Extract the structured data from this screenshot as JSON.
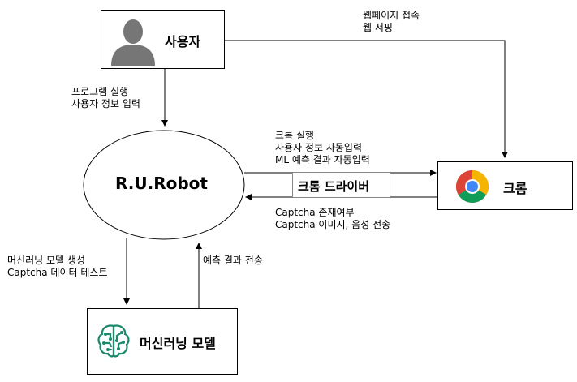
{
  "nodes": {
    "user": {
      "label": "사용자",
      "icon": "user-silhouette-icon"
    },
    "robot": {
      "label": "R.U.Robot"
    },
    "chrome": {
      "label": "크롬",
      "icon": "chrome-logo-icon"
    },
    "driver": {
      "label": "크롬 드라이버"
    },
    "ml": {
      "label": "머신러닝 모델",
      "icon": "ml-brain-icon"
    }
  },
  "edges": {
    "user_to_chrome": [
      "웹페이지 접속",
      "웹 서핑"
    ],
    "user_to_robot": [
      "프로그램 실행",
      "사용자 정보 입력"
    ],
    "robot_to_chrome": [
      "크롬 실행",
      "사용자 정보 자동입력",
      "ML 예측 결과 자동입력"
    ],
    "chrome_to_robot": [
      "Captcha 존재여부",
      "Captcha 이미지, 음성 전송"
    ],
    "robot_to_ml": [
      "머신러닝 모델 생성",
      "Captcha 데이터 테스트"
    ],
    "ml_to_robot": [
      "예측 결과 전송"
    ]
  },
  "colors": {
    "line": "#000000",
    "icon_gray": "#767676",
    "ml_green": "#1b8a6b"
  }
}
